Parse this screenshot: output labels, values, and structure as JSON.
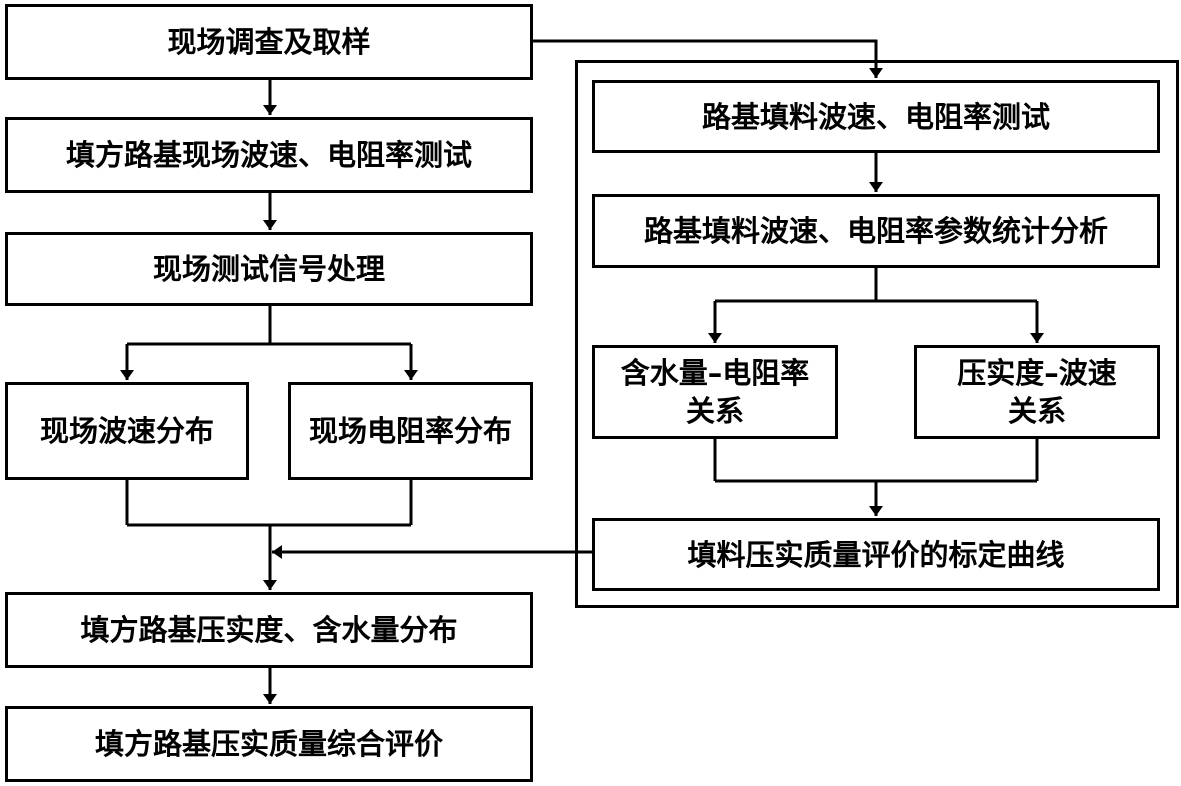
{
  "diagram": {
    "nodes": {
      "site_survey": "现场调查及取样",
      "field_test": "填方路基现场波速、电阻率测试",
      "signal_processing": "现场测试信号处理",
      "wave_velocity_distribution": "现场波速分布",
      "resistivity_distribution": "现场电阻率分布",
      "compaction_moisture_distribution": "填方路基压实度、含水量分布",
      "comprehensive_evaluation": "填方路基压实质量综合评价",
      "lab_test": "路基填料波速、电阻率测试",
      "statistical_analysis": "路基填料波速、电阻率参数统计分析",
      "moisture_resistivity_line1": "含水量–电阻率",
      "moisture_resistivity_line2": "关系",
      "compaction_velocity_line1": "压实度–波速",
      "compaction_velocity_line2": "关系",
      "calibration_curve": "填料压实质量评价的标定曲线"
    }
  }
}
